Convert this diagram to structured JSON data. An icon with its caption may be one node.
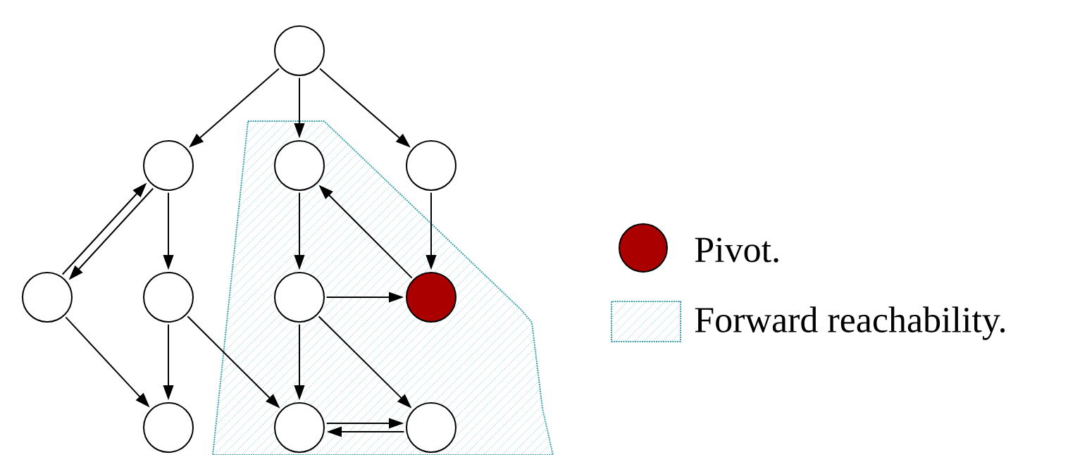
{
  "diagram": {
    "nodes": [
      {
        "text": [],
        "shape": "circle"
      },
      {
        "text": [],
        "shape": "circle"
      },
      {
        "text": [],
        "shape": "circle"
      },
      {
        "text": [],
        "shape": "circle"
      },
      {
        "text": [],
        "shape": "circle"
      },
      {
        "text": [],
        "shape": "circle"
      },
      {
        "text": [],
        "shape": "circle"
      },
      {
        "text": [],
        "shape": "circle"
      },
      {
        "text": [],
        "shape": "circle"
      },
      {
        "text": [],
        "shape": "circle"
      },
      {
        "text": [],
        "shape": "circle"
      }
    ],
    "edges": [
      {
        "from": 0,
        "to": 1,
        "arrow": "to"
      },
      {
        "from": 0,
        "to": 2,
        "arrow": "to"
      },
      {
        "from": 0,
        "to": 3,
        "arrow": "to"
      },
      {
        "from": 4,
        "to": 1,
        "arrow": "to"
      },
      {
        "from": 1,
        "to": 4,
        "arrow": "to"
      },
      {
        "from": 1,
        "to": 5,
        "arrow": "to"
      },
      {
        "from": 2,
        "to": 6,
        "arrow": "to"
      },
      {
        "from": 7,
        "to": 2,
        "arrow": "to"
      },
      {
        "from": 3,
        "to": 7,
        "arrow": "to"
      },
      {
        "from": 6,
        "to": 7,
        "arrow": "to"
      },
      {
        "from": 4,
        "to": 8,
        "arrow": "to"
      },
      {
        "from": 5,
        "to": 8,
        "arrow": "to"
      },
      {
        "from": 5,
        "to": 9,
        "arrow": "to"
      },
      {
        "from": 6,
        "to": 9,
        "arrow": "to"
      },
      {
        "from": 6,
        "to": 10,
        "arrow": "to"
      },
      {
        "from": 9,
        "to": 10,
        "arrow": "to"
      },
      {
        "from": 10,
        "to": 9,
        "arrow": "to"
      }
    ],
    "legend": [
      {
        "text": "Pivot.",
        "color": "#aa0000"
      },
      {
        "text": "Forward reachability."
      }
    ]
  }
}
